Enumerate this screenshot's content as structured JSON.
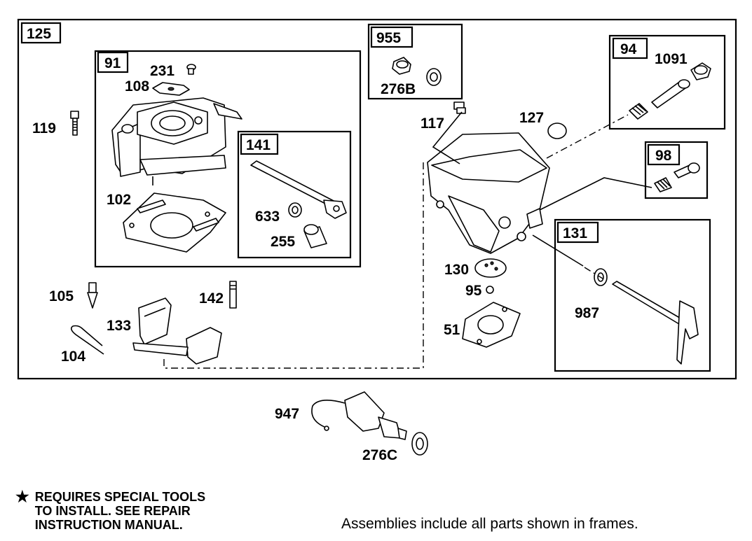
{
  "frames": {
    "main": "125",
    "carb_upper": "91",
    "throttle_shaft": "141",
    "solenoid_kit": "955",
    "idle_screw": "94",
    "mixture_screw": "98",
    "choke_shaft": "131"
  },
  "parts": {
    "p231": "231",
    "p108": "108",
    "p119": "119",
    "p102": "102",
    "p633": "633",
    "p255": "255",
    "p105": "105",
    "p142": "142",
    "p133": "133",
    "p104": "104",
    "p276b": "276B",
    "p1091": "1091",
    "p117": "117",
    "p127": "127",
    "p130": "130",
    "p95": "95",
    "p51": "51",
    "p987": "987",
    "p947": "947",
    "p276c": "276C"
  },
  "footer": {
    "note_lines": [
      "REQUIRES SPECIAL TOOLS",
      "TO INSTALL.  SEE REPAIR",
      "INSTRUCTION MANUAL."
    ],
    "note_icon": "star-icon",
    "assembly_note": "Assemblies include all parts shown in frames."
  }
}
